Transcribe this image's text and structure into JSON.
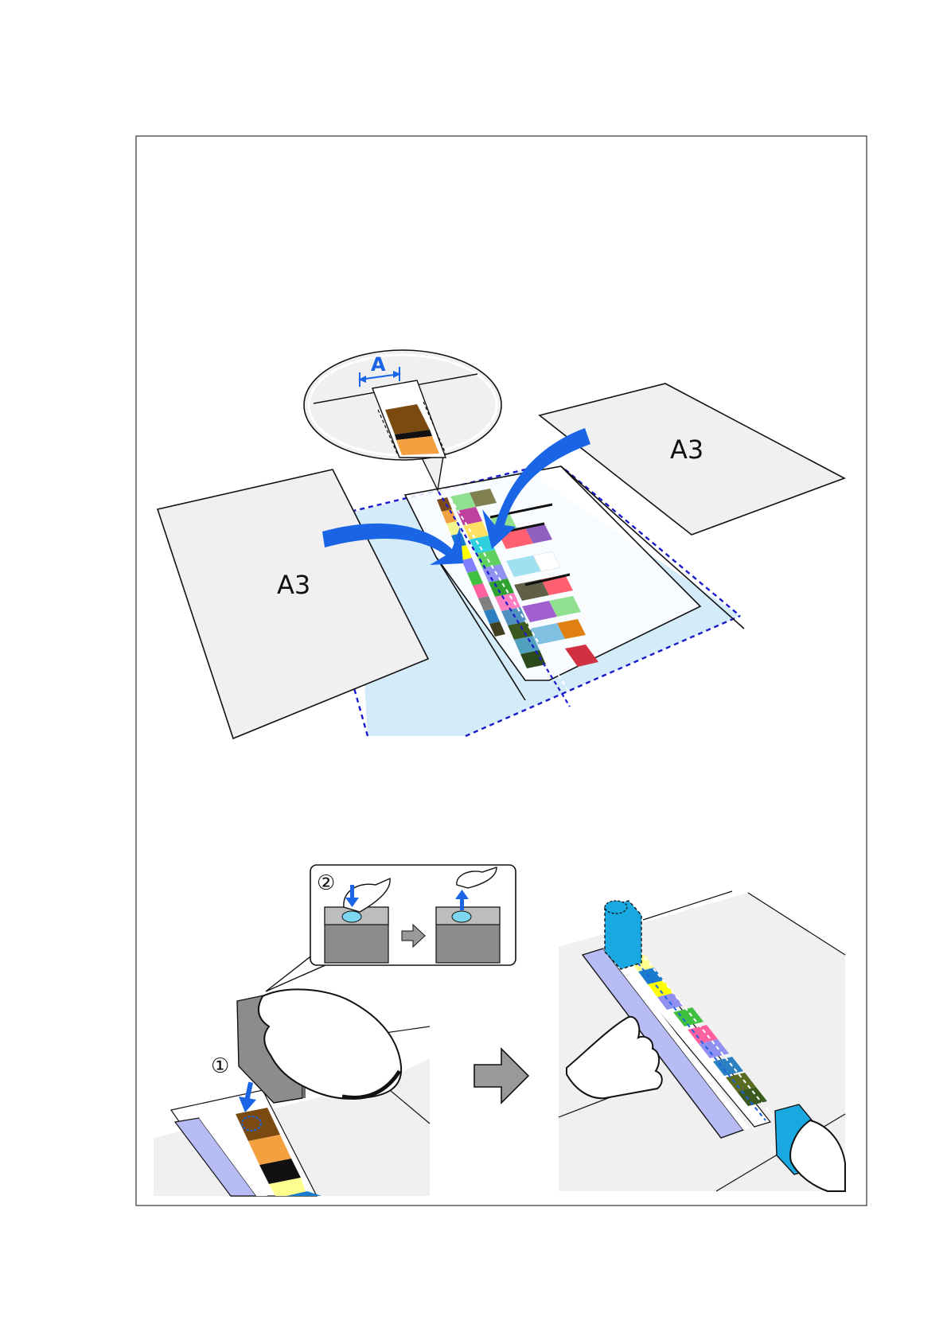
{
  "labels": {
    "sheet_left": "A3",
    "sheet_right": "A3",
    "dimension": "A",
    "step1": "①",
    "step2": "②"
  },
  "colors": {
    "frame": "#333333",
    "paper": "#f0f0f0",
    "target_sheet": "#d4ecfa",
    "accent_blue": "#1a64e6",
    "dashed_blue": "#1a1acc",
    "device_gray": "#8c8c8c",
    "device_cyan": "#1aa8e0",
    "arrow_gray": "#9a9a9a"
  },
  "icons": [
    "arrow-right-icon",
    "arrow-down-icon",
    "arrow-up-icon",
    "hand-icon",
    "colorimeter-icon",
    "magnifier-callout-icon"
  ]
}
